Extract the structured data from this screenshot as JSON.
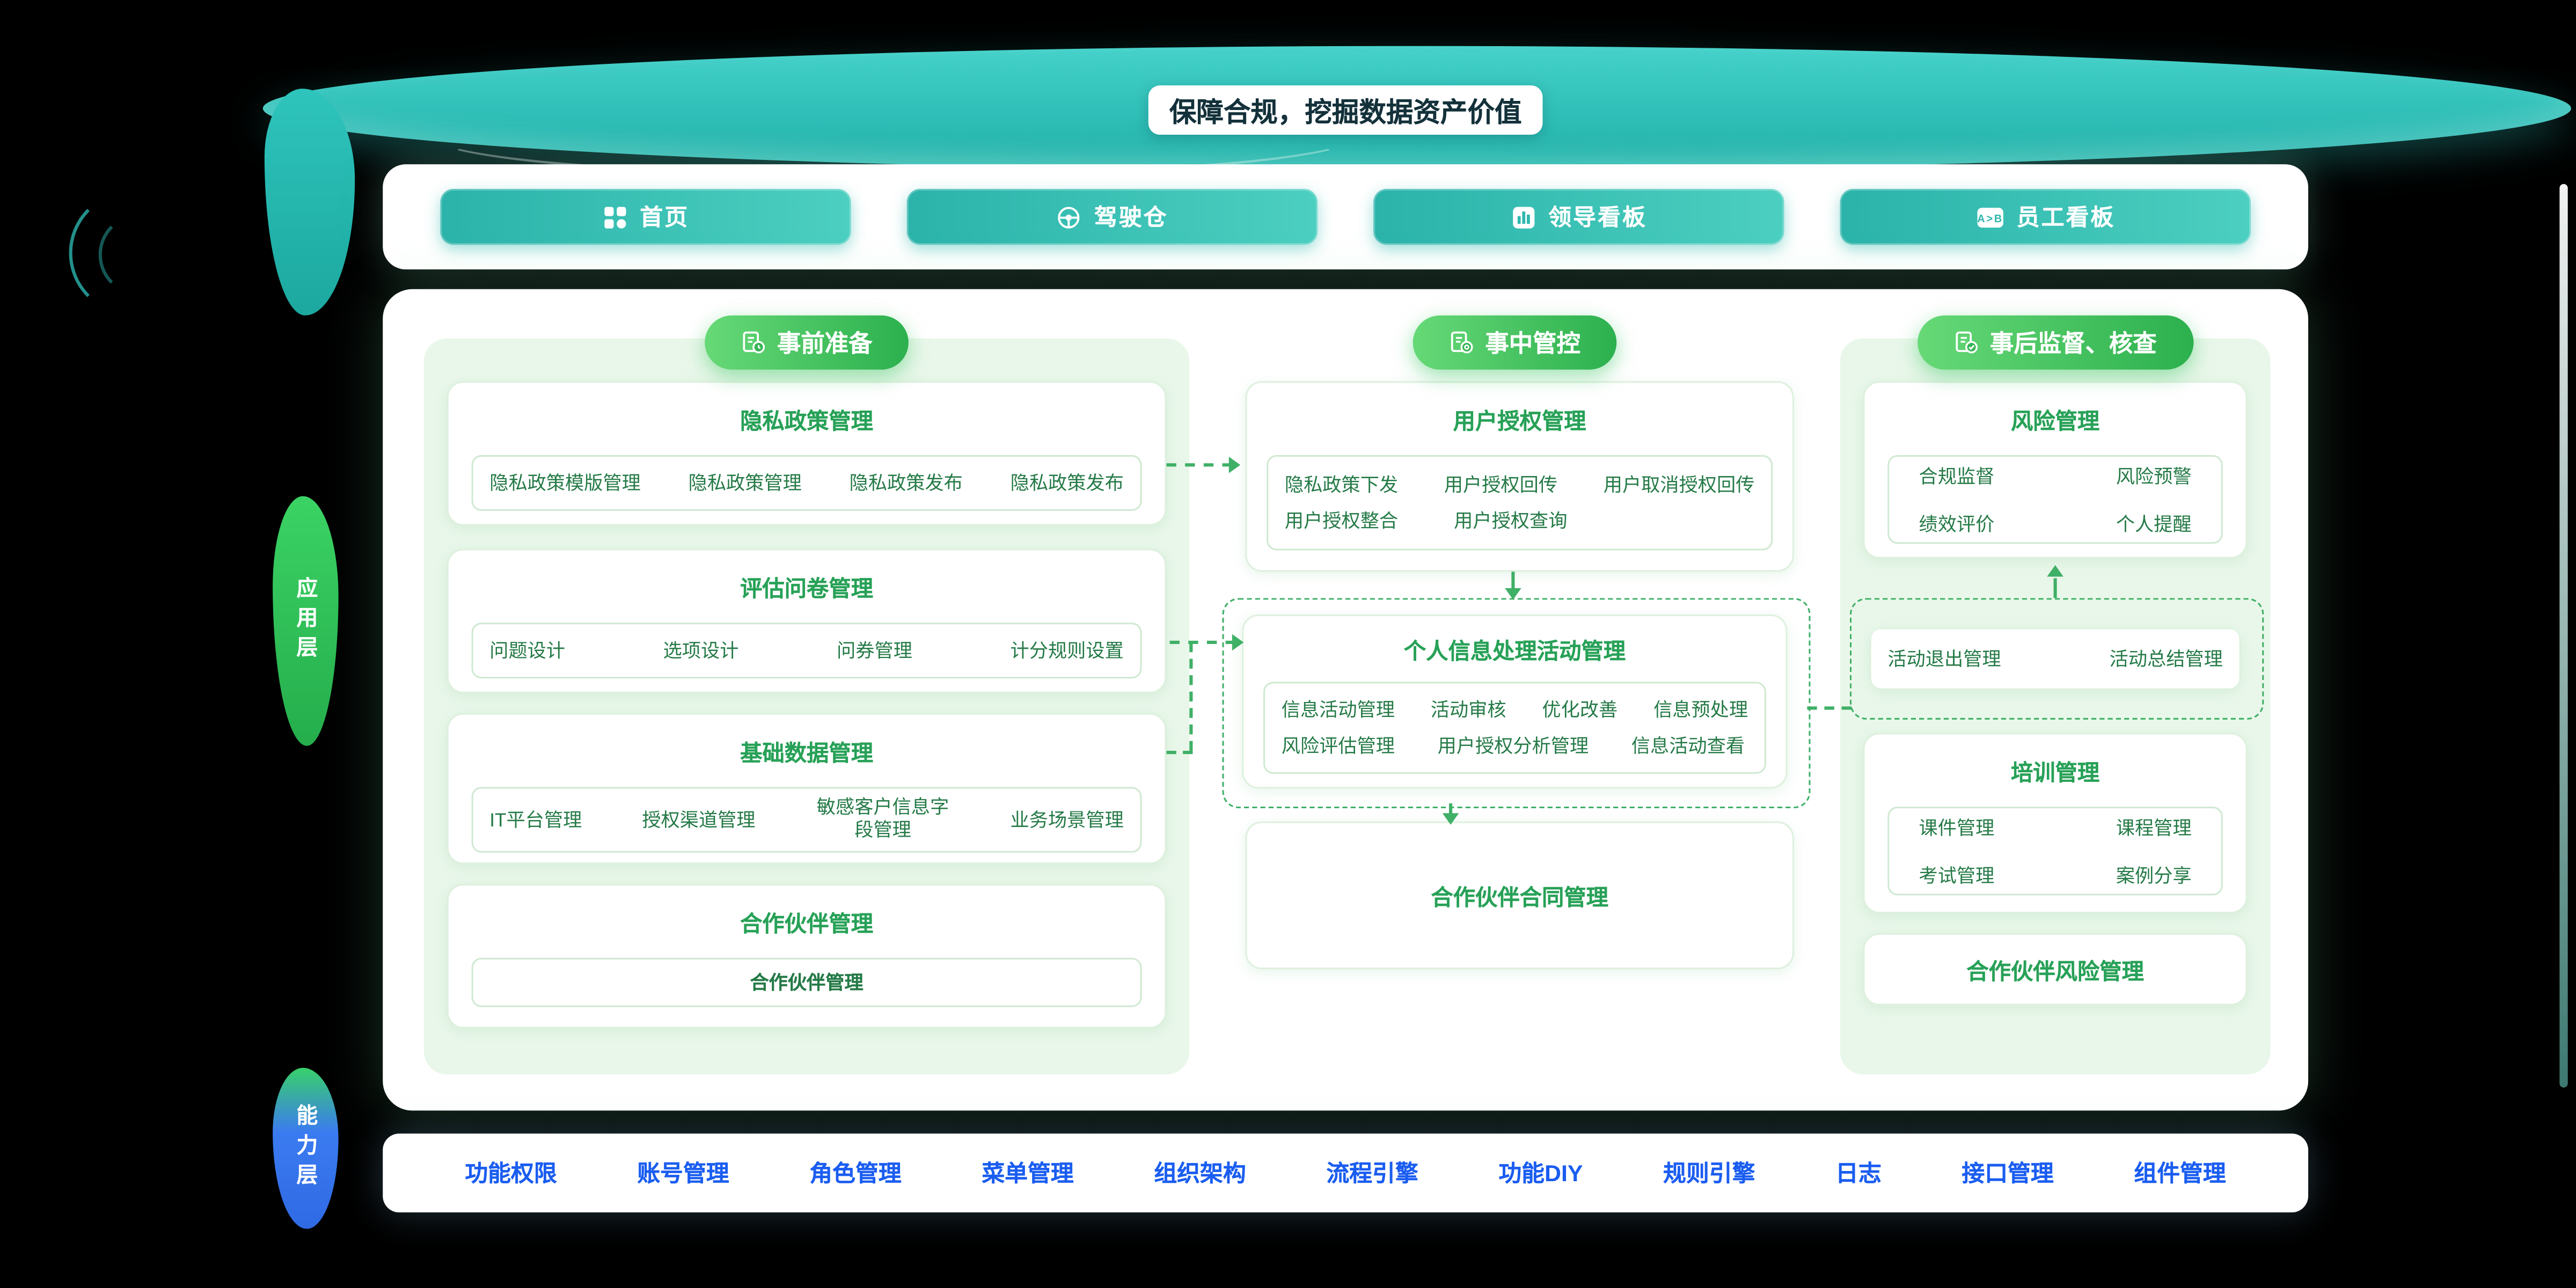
{
  "banner": {
    "title": "保障合规，挖掘数据资产价值"
  },
  "nav": {
    "items": [
      {
        "label": "首页",
        "icon": "grid-icon"
      },
      {
        "label": "驾驶仓",
        "icon": "steering-wheel-icon"
      },
      {
        "label": "领导看板",
        "icon": "bar-chart-icon"
      },
      {
        "label": "员工看板",
        "icon": "ab-board-icon"
      }
    ]
  },
  "layers": {
    "application": "应用层",
    "capability": "能力层"
  },
  "pre": {
    "header": "事前准备",
    "card1": {
      "title": "隐私政策管理",
      "items": [
        "隐私政策模版管理",
        "隐私政策管理",
        "隐私政策发布",
        "隐私政策发布"
      ]
    },
    "card2": {
      "title": "评估问卷管理",
      "items": [
        "问题设计",
        "选项设计",
        "问券管理",
        "计分规则设置"
      ]
    },
    "card3": {
      "title": "基础数据管理",
      "items": [
        "IT平台管理",
        "授权渠道管理",
        "敏感客户信息字段管理",
        "业务场景管理"
      ]
    },
    "card4": {
      "title": "合作伙伴管理",
      "items": [
        "合作伙伴管理"
      ]
    }
  },
  "mid": {
    "header": "事中管控",
    "card1": {
      "title": "用户授权管理",
      "row1": [
        "隐私政策下发",
        "用户授权回传",
        "用户取消授权回传"
      ],
      "row2": [
        "用户授权整合",
        "用户授权查询"
      ]
    },
    "card2": {
      "title": "个人信息处理活动管理",
      "row1": [
        "信息活动管理",
        "活动审核",
        "优化改善",
        "信息预处理"
      ],
      "row2": [
        "风险评估管理",
        "用户授权分析管理",
        "信息活动查看"
      ]
    },
    "card3": {
      "title": "合作伙伴合同管理"
    }
  },
  "post": {
    "header": "事后监督、核查",
    "card1": {
      "title": "风险管理",
      "items": [
        "合规监督",
        "风险预警",
        "绩效评价",
        "个人提醒"
      ]
    },
    "card2": {
      "items": [
        "活动退出管理",
        "活动总结管理"
      ]
    },
    "card3": {
      "title": "培训管理",
      "items": [
        "课件管理",
        "课程管理",
        "考试管理",
        "案例分享"
      ]
    },
    "card4": {
      "title": "合作伙伴风险管理"
    }
  },
  "bottom": {
    "items": [
      "功能权限",
      "账号管理",
      "角色管理",
      "菜单管理",
      "组织架构",
      "流程引擎",
      "功能DIY",
      "规则引擎",
      "日志",
      "接口管理",
      "组件管理"
    ]
  },
  "colors": {
    "teal": "#2eb7ae",
    "green": "#2cb04e",
    "blue": "#1a5df0",
    "light_green_bg": "#e9f7ea",
    "card_title_green": "#27a157",
    "item_text_green": "#257a47",
    "connector_green": "#3fb066"
  }
}
